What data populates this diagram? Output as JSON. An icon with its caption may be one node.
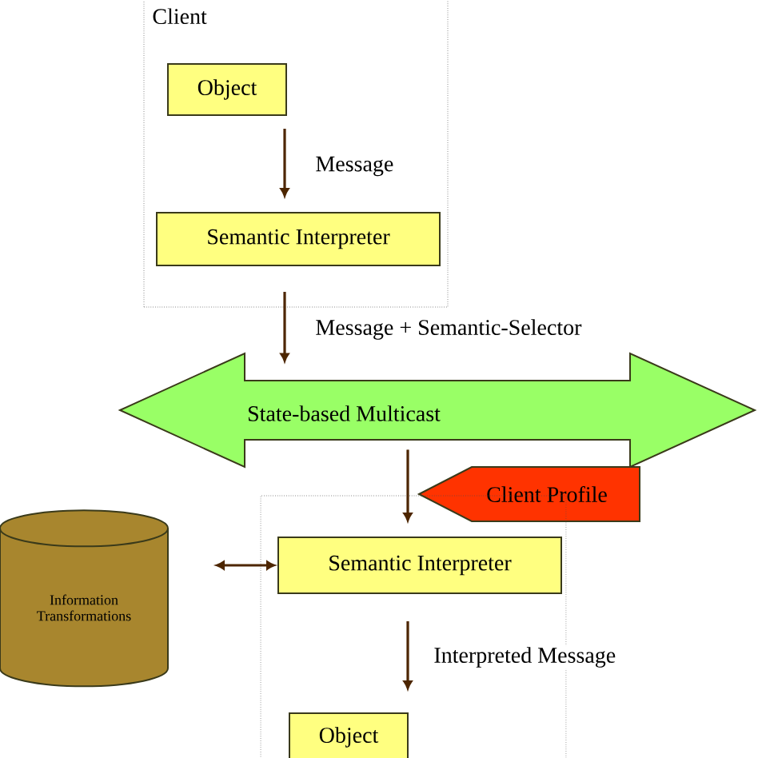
{
  "diagram": {
    "nodes": [
      {
        "text": [
          "Client"
        ]
      },
      {
        "text": [
          "Object"
        ],
        "in": 0
      },
      {
        "text": [
          "Semantic Interpreter"
        ],
        "in": 0
      },
      {
        "text": [
          "State-based Multicast"
        ]
      },
      {
        "text": [
          "Client Profile"
        ]
      },
      {
        "text": [],
        "shape": "box"
      },
      {
        "text": [
          "Semantic Interpreter"
        ],
        "in": 5
      },
      {
        "text": [
          "Object"
        ],
        "in": 5
      },
      {
        "text": [
          "Information Transformations"
        ]
      }
    ],
    "edges": [
      {
        "from": 1,
        "to": 2,
        "arrow": "to",
        "label": "Message"
      },
      {
        "from": 2,
        "to": 3,
        "arrow": "to",
        "label": "Message + Semantic-Selector"
      },
      {
        "from": 3,
        "to": 6,
        "arrow": "to"
      },
      {
        "from": 8,
        "to": 6,
        "arrow": "both"
      },
      {
        "from": 6,
        "to": 7,
        "arrow": "to",
        "label": "Interpreted Message"
      }
    ]
  }
}
